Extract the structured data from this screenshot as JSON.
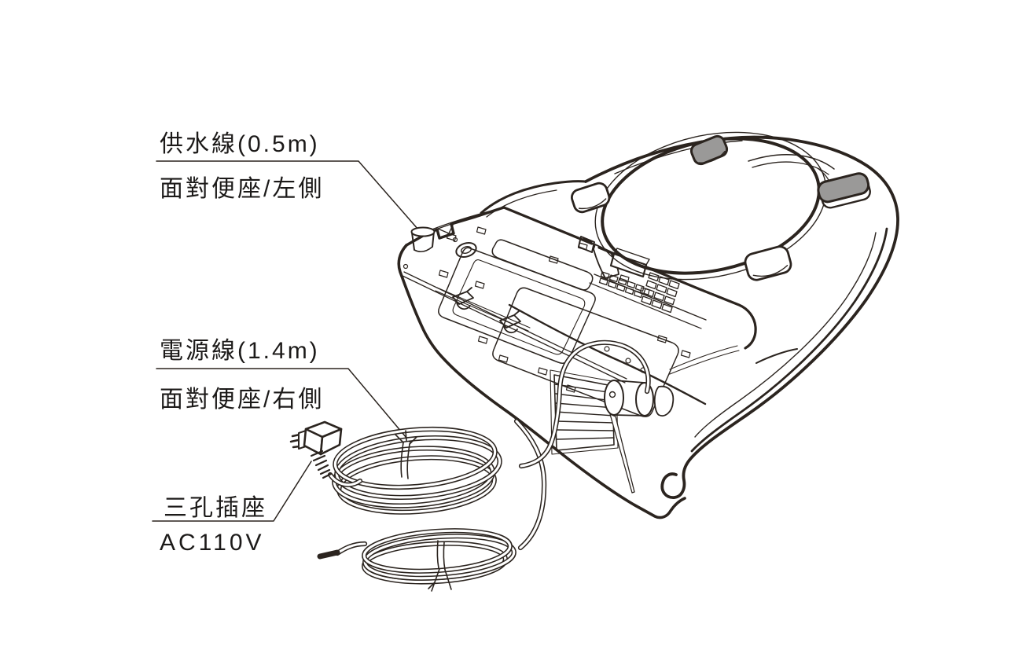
{
  "diagram": {
    "type": "product-parts-diagram",
    "subject": "bidet toilet seat underside with cords",
    "background": "#ffffff",
    "line_color": "#2b241f",
    "bumper_color": "#9a9998",
    "labels": {
      "water_supply": {
        "title": "供水線(0.5m)",
        "subtitle": "面對便座/左側"
      },
      "power_cord": {
        "title": "電源線(1.4m)",
        "subtitle": "面對便座/右側"
      },
      "plug": {
        "title": "三孔插座",
        "subtitle": "AC110V"
      }
    }
  }
}
